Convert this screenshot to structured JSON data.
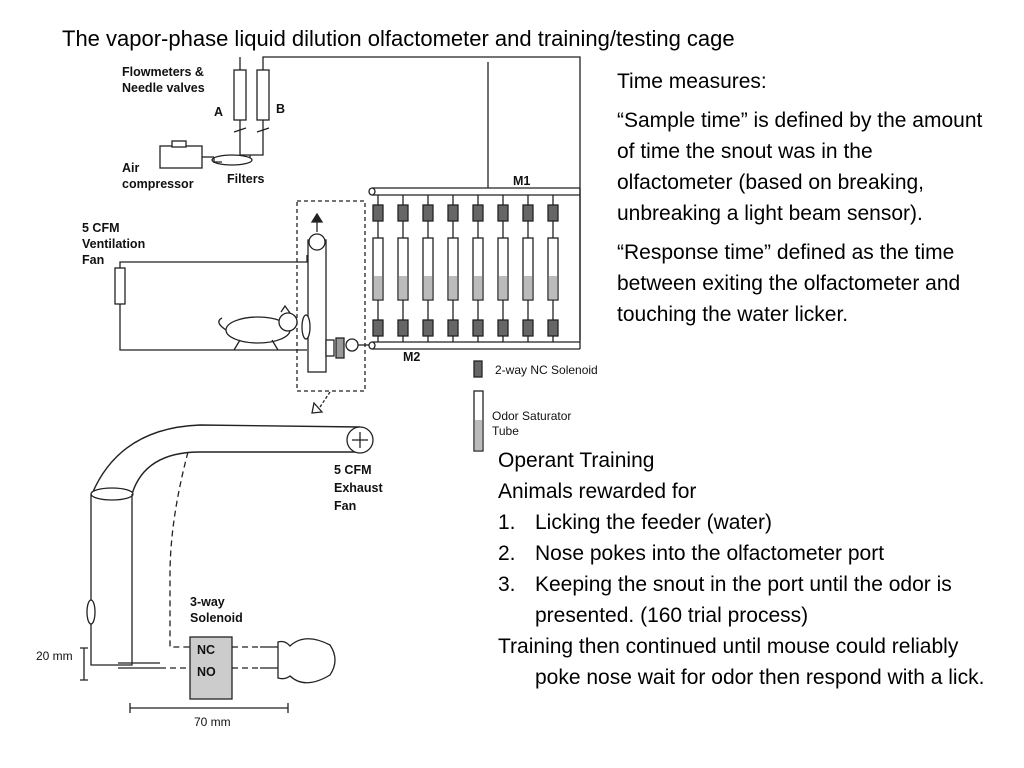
{
  "title": "The vapor-phase liquid dilution olfactometer and training/testing cage",
  "time_measures": {
    "heading": "Time measures:",
    "sample": "“Sample time” is defined by the amount of time the snout was in the olfactometer (based on breaking, unbreaking a light beam sensor).",
    "response": "“Response time” defined as the time between exiting the olfactometer and touching the water licker."
  },
  "training": {
    "heading": "Operant Training",
    "subheading": "Animals rewarded for",
    "items": [
      {
        "num": "1.",
        "text": "Licking the feeder (water)"
      },
      {
        "num": "2.",
        "text": "Nose pokes into the olfactometer port"
      },
      {
        "num": "3.",
        "text": "Keeping the snout in the port until the odor is presented. (160 trial process)"
      }
    ],
    "conclusion": "Training then continued until mouse could reliably poke nose wait for odor then respond with a lick."
  },
  "diagram": {
    "flowmeters_1": "Flowmeters &",
    "flowmeters_2": "Needle valves",
    "valve_a": "A",
    "valve_b": "B",
    "air_1": "Air",
    "air_2": "compressor",
    "filters": "Filters",
    "fan_1": "5 CFM",
    "fan_2": "Ventilation",
    "fan_3": "Fan",
    "manifold_1": "M1",
    "manifold_2": "M2",
    "legend_solenoid": "2-way NC Solenoid",
    "legend_tube_1": "Odor Saturator",
    "legend_tube_2": "Tube",
    "exhaust_1": "5 CFM",
    "exhaust_2": "Exhaust",
    "exhaust_3": "Fan",
    "solenoid3_1": "3-way",
    "solenoid3_2": "Solenoid",
    "nc": "NC",
    "no": "NO",
    "dim_20": "20 mm",
    "dim_70": "70 mm"
  }
}
